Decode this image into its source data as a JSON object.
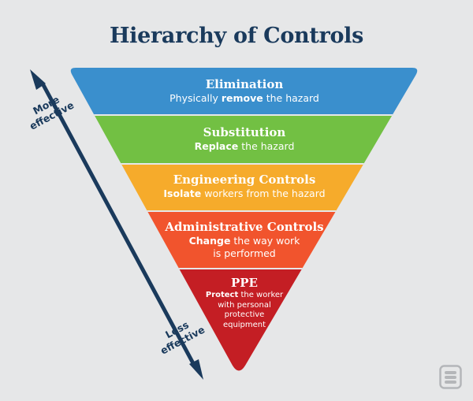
{
  "title": "Hierarchy of Controls",
  "layers": [
    {
      "title": "Elimination",
      "desc_pre": "Physically ",
      "desc_bold": "remove",
      "desc_post": " the hazard",
      "color": "#3a8fcd"
    },
    {
      "title": "Substitution",
      "desc_pre": "",
      "desc_bold": "Replace",
      "desc_post": " the hazard",
      "color": "#72c043"
    },
    {
      "title": "Engineering Controls",
      "desc_pre": "",
      "desc_bold": "Isolate",
      "desc_post": " workers from the hazard",
      "color": "#f6ab2b"
    },
    {
      "title": "Administrative Controls",
      "desc_pre": "",
      "desc_bold": "Change",
      "desc_post": " the way work",
      "desc_line2": "is performed",
      "color": "#f1542d"
    },
    {
      "title": "PPE",
      "desc_pre": "",
      "desc_bold": "Protect",
      "desc_post": " the worker",
      "desc_line2": "with personal",
      "desc_line3": "protective",
      "desc_line4": "equipment",
      "color": "#c41e24"
    }
  ],
  "arrow": {
    "top_label_line1": "More",
    "top_label_line2": "effective",
    "bottom_label_line1": "Less",
    "bottom_label_line2": "effective",
    "color": "#1a3a5c"
  },
  "logo_icon": "stacked-s-logo-icon"
}
